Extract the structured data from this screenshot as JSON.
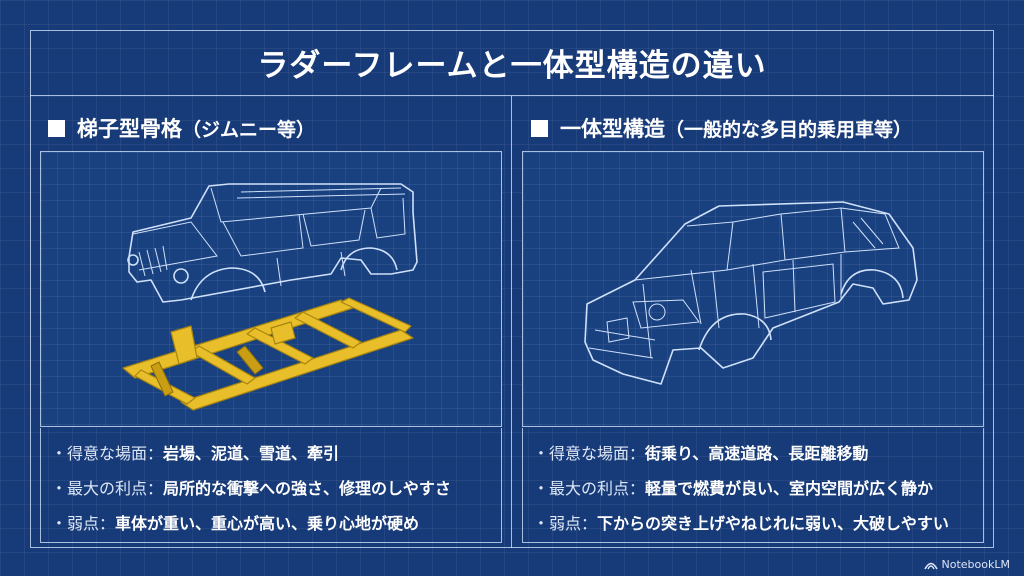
{
  "title": "ラダーフレームと一体型構造の違い",
  "left": {
    "heading": "梯子型骨格",
    "subheading": "（ジムニー等）",
    "rows": [
      {
        "label": "・得意な場面：",
        "value": "岩場、泥道、雪道、牽引"
      },
      {
        "label": "・最大の利点：",
        "value": "局所的な衝撃への強さ、修理のしやすさ"
      },
      {
        "label": "・弱点：",
        "value": "車体が重い、重心が高い、乗り心地が硬め"
      }
    ]
  },
  "right": {
    "heading": "一体型構造",
    "subheading": "（一般的な多目的乗用車等）",
    "rows": [
      {
        "label": "・得意な場面：",
        "value": "街乗り、高速道路、長距離移動"
      },
      {
        "label": "・最大の利点：",
        "value": "軽量で燃費が良い、室内空間が広く静か"
      },
      {
        "label": "・弱点：",
        "value": "下からの突き上げやねじれに弱い、大破しやすい"
      }
    ]
  },
  "logo": "NotebookLM",
  "colors": {
    "background": "#173a78",
    "line": "#cfe0fa",
    "frame_gold": "#e8be2a"
  }
}
